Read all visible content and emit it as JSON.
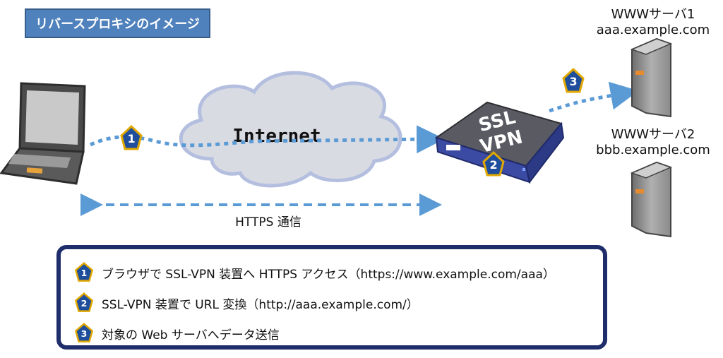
{
  "title": "リバースプロキシのイメージ",
  "servers": [
    {
      "name": "WWWサーバ1",
      "host": "aaa.example.com"
    },
    {
      "name": "WWWサーバ2",
      "host": "bbb.example.com"
    }
  ],
  "cloud_label": "Internet",
  "vpn_label_line1": "SSL",
  "vpn_label_line2": "VPN",
  "https_label": "HTTPS 通信",
  "step_badges": [
    "1",
    "2",
    "3"
  ],
  "legend": [
    {
      "num": "1",
      "text": "ブラウザで SSL-VPN 装置へ HTTPS アクセス（https://www.example.com/aaa）"
    },
    {
      "num": "2",
      "text": "SSL-VPN 装置で URL 変換（http://aaa.example.com/）"
    },
    {
      "num": "3",
      "text": "対象の Web サーバへデータ送信"
    }
  ],
  "colors": {
    "title_bg": "#4f81bd",
    "arrow": "#5b9bd5",
    "badge_fill": "#1f4e9c",
    "badge_border": "#e0a800",
    "legend_border": "#1f2d6b",
    "cloud_fill": "#d9dbe3",
    "device_body": "#3b4aa3"
  }
}
